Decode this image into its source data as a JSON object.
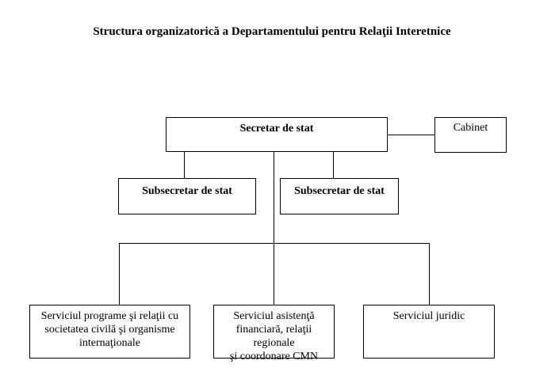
{
  "title": "Structura organizatorică a Departamentului pentru Relaţii Interetnice",
  "nodes": {
    "secretar": {
      "label": "Secretar de stat"
    },
    "cabinet": {
      "label": "Cabinet"
    },
    "subsecretar_left": {
      "label": "Subsecretar de stat"
    },
    "subsecretar_right": {
      "label": "Subsecretar de stat"
    },
    "serviciu_programe": {
      "lines": [
        "Serviciul programe şi relaţii cu",
        "societatea civilă şi organisme",
        "internaţionale"
      ]
    },
    "serviciu_asistenta": {
      "lines": [
        "Serviciul asistenţă",
        "financiară, relaţii regionale",
        "şi coordonare CMN"
      ]
    },
    "serviciu_juridic": {
      "lines": [
        "Serviciul juridic"
      ]
    }
  },
  "edges": [
    {
      "from": "secretar",
      "to": "cabinet"
    },
    {
      "from": "secretar",
      "to": "subsecretar_left"
    },
    {
      "from": "secretar",
      "to": "subsecretar_right"
    },
    {
      "from": "secretar",
      "to": "serviciu_programe"
    },
    {
      "from": "secretar",
      "to": "serviciu_asistenta"
    },
    {
      "from": "secretar",
      "to": "serviciu_juridic"
    }
  ]
}
